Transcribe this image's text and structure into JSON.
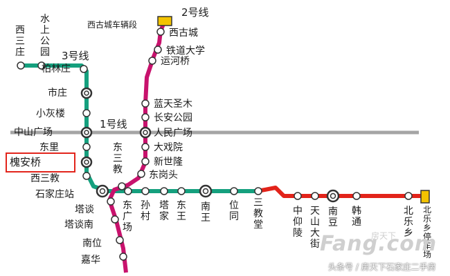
{
  "colors": {
    "line1": "#a5a5a5",
    "line2": "#c8126d",
    "line3": "#15a07e",
    "line_red": "#e2231a",
    "depot": "#f3c300",
    "highlight": "#e2231a"
  },
  "lines": {
    "line1": "1号线",
    "line2": "2号线",
    "line3": "3号线"
  },
  "depots": {
    "line2": "西古城车辆段",
    "line1": "北乐乡停车场"
  },
  "stations": {
    "xisanzhuang": "西三庄",
    "shuishanggongyuan": "水上公园",
    "bailinzhuang": "柏林庄",
    "shizhuang": "市庄",
    "xiaohuilou": "小灰楼",
    "zhongshanguangchang": "中山广场",
    "dongli": "东里",
    "huaianqiao": "槐安桥",
    "xisanjiao": "西三教",
    "shijiazhuangzhan": "石家庄站",
    "tatan": "塔谈",
    "tatannan": "塔谈南",
    "nanwei": "南位",
    "jiahua": "嘉华",
    "xigucheng": "西古城",
    "tiedaodaxue": "铁道大学",
    "yunheqiao": "运河桥",
    "lantianshengmu": "蓝天圣木",
    "changangongyuan": "长安公园",
    "renminguangchang": "人民广场",
    "daxiyuan": "大戏院",
    "xinshilong": "新世隆",
    "donggangtou": "东岗头",
    "dongsanjiao": "东三教",
    "dongguangchang": "东广场",
    "suncun": "孙村",
    "tajia": "塔家",
    "dongwang": "东王",
    "nanwang": "南王",
    "weitong": "位同",
    "sanjiaotang": "三教堂",
    "zhongyangling": "中仰陵",
    "tianshandajie": "天山大街",
    "nandou": "南豆",
    "hantong": "韩通",
    "beilexiang": "北乐乡"
  },
  "watermark": {
    "brand": "Fang.com",
    "brand_cn": "房天下",
    "credit": "头条号 / 房天下石家庄二手房"
  }
}
